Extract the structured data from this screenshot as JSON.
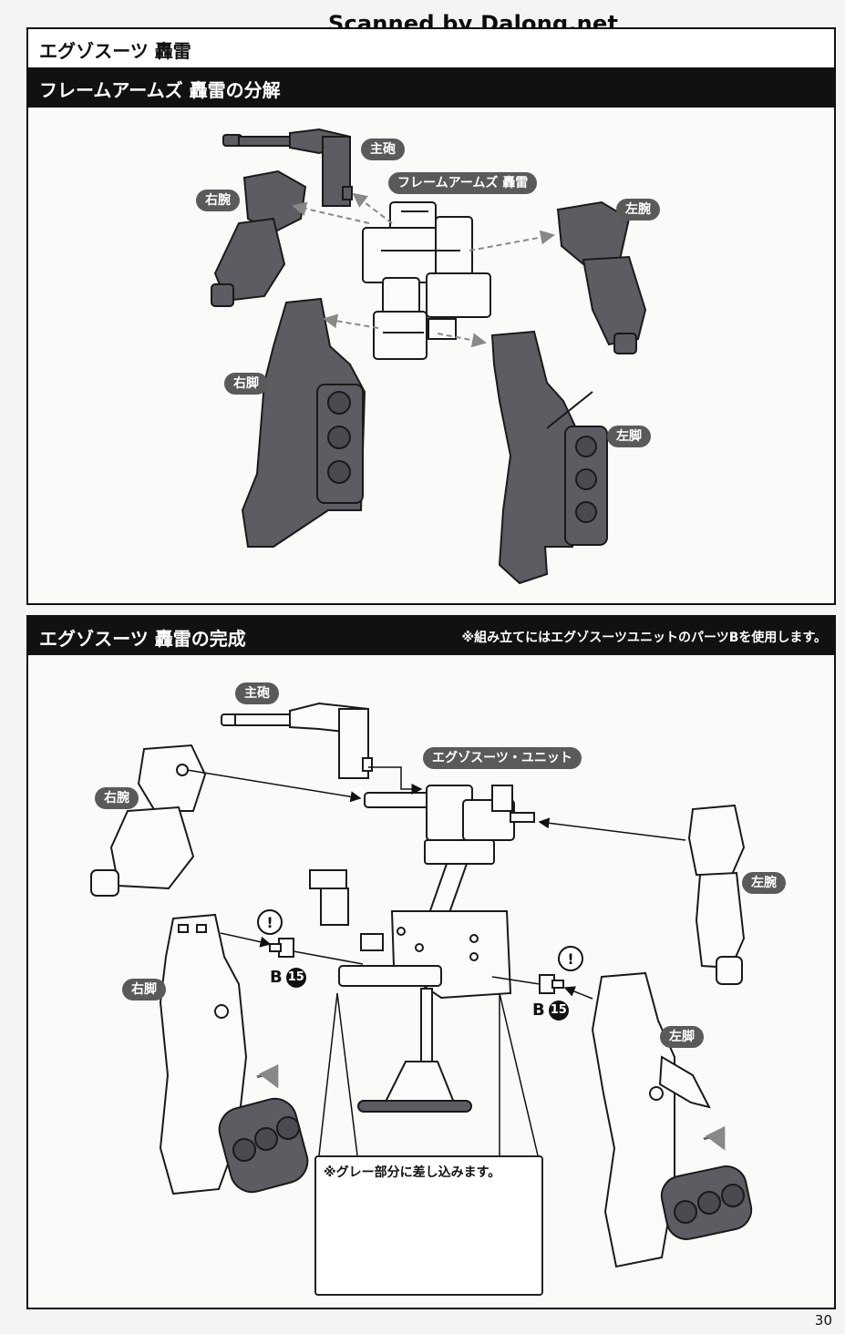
{
  "watermark": "Scanned by Dalong.net",
  "section1": {
    "title": "エグゾスーツ 轟雷",
    "subtitle": "フレームアームズ 轟雷の分解",
    "labels": {
      "main_cannon": "主砲",
      "center_body": "フレームアームズ 轟雷",
      "right_arm": "右腕",
      "left_arm": "左腕",
      "right_leg": "右脚",
      "left_leg": "左脚"
    }
  },
  "section2": {
    "title": "エグゾスーツ 轟雷の完成",
    "note": "※組み立てにはエグゾスーツユニットのパーツBを使用します。",
    "labels": {
      "main_cannon": "主砲",
      "unit": "エグゾスーツ・ユニット",
      "right_arm": "右腕",
      "left_arm": "左腕",
      "right_leg": "右脚",
      "left_leg": "左脚"
    },
    "part_letter": "B",
    "part_number": "15",
    "inset_note": "※グレー部分に差し込みます。"
  },
  "page_number": "30"
}
